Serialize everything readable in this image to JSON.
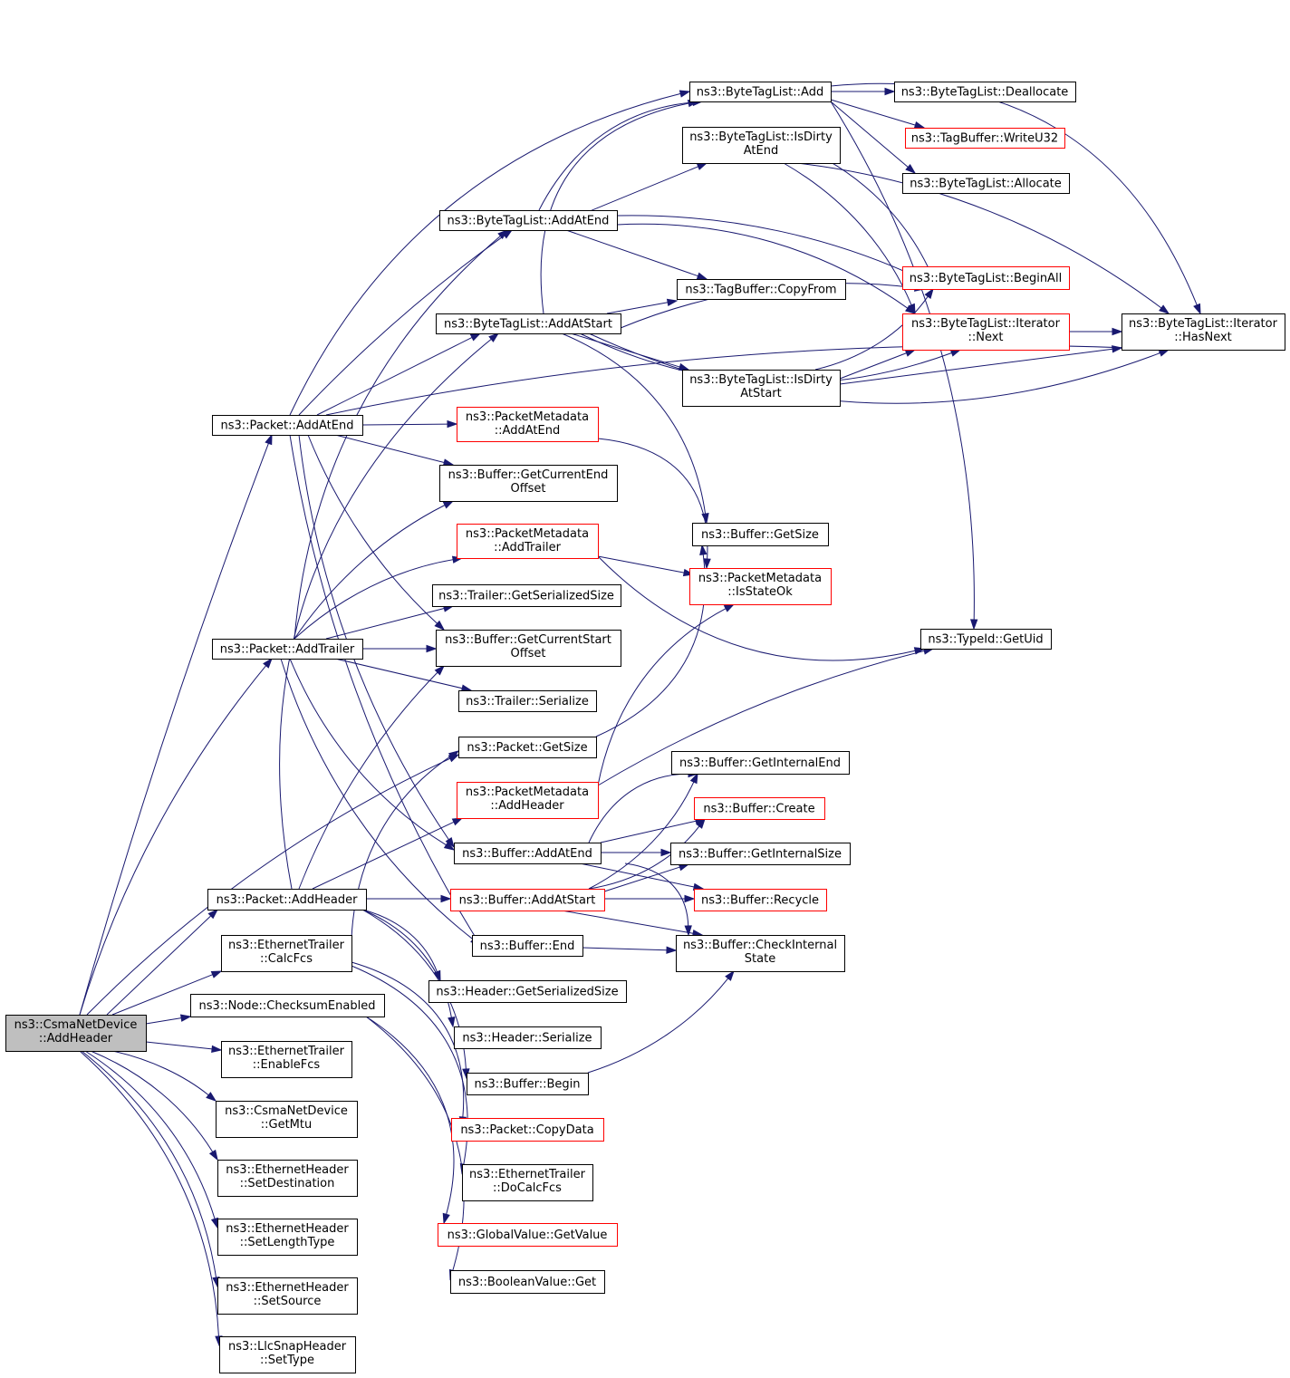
{
  "diagram": {
    "title": "",
    "colors": {
      "edge": "#191970",
      "node_border": "#000000",
      "truncated_node_border": "#ff0000",
      "root_fill": "#bfbfbf",
      "node_fill": "#ffffff"
    },
    "root_node": "n0",
    "nodes": [
      {
        "id": "n0",
        "lines": [
          "ns3::CsmaNetDevice",
          "::AddHeader"
        ],
        "style": "root"
      },
      {
        "id": "n1",
        "lines": [
          "ns3::Packet::AddAtEnd"
        ],
        "style": "normal"
      },
      {
        "id": "n2",
        "lines": [
          "ns3::ByteTagList::AddAtEnd"
        ],
        "style": "normal"
      },
      {
        "id": "n3",
        "lines": [
          "ns3::ByteTagList::Add"
        ],
        "style": "normal"
      },
      {
        "id": "n4",
        "lines": [
          "ns3::ByteTagList::Deallocate"
        ],
        "style": "normal"
      },
      {
        "id": "n5",
        "lines": [
          "ns3::TagBuffer::WriteU32"
        ],
        "style": "truncated"
      },
      {
        "id": "n6",
        "lines": [
          "ns3::ByteTagList::Allocate"
        ],
        "style": "normal"
      },
      {
        "id": "n7",
        "lines": [
          "ns3::ByteTagList::IsDirty",
          "AtEnd"
        ],
        "style": "normal"
      },
      {
        "id": "n8",
        "lines": [
          "ns3::ByteTagList::BeginAll"
        ],
        "style": "truncated"
      },
      {
        "id": "n9",
        "lines": [
          "ns3::TagBuffer::CopyFrom"
        ],
        "style": "normal"
      },
      {
        "id": "n10",
        "lines": [
          "ns3::ByteTagList::AddAtStart"
        ],
        "style": "normal"
      },
      {
        "id": "n11",
        "lines": [
          "ns3::ByteTagList::Iterator",
          "::Next"
        ],
        "style": "truncated"
      },
      {
        "id": "n12",
        "lines": [
          "ns3::ByteTagList::Iterator",
          "::HasNext"
        ],
        "style": "normal"
      },
      {
        "id": "n13",
        "lines": [
          "ns3::ByteTagList::IsDirty",
          "AtStart"
        ],
        "style": "normal"
      },
      {
        "id": "n14",
        "lines": [
          "ns3::PacketMetadata",
          "::AddAtEnd"
        ],
        "style": "truncated"
      },
      {
        "id": "n15",
        "lines": [
          "ns3::Buffer::GetCurrentEnd",
          "Offset"
        ],
        "style": "normal"
      },
      {
        "id": "n16",
        "lines": [
          "ns3::Buffer::GetSize"
        ],
        "style": "normal"
      },
      {
        "id": "n17",
        "lines": [
          "ns3::PacketMetadata",
          "::AddTrailer"
        ],
        "style": "truncated"
      },
      {
        "id": "n18",
        "lines": [
          "ns3::PacketMetadata",
          "::IsStateOk"
        ],
        "style": "truncated"
      },
      {
        "id": "n19",
        "lines": [
          "ns3::Trailer::GetSerializedSize"
        ],
        "style": "normal"
      },
      {
        "id": "n20",
        "lines": [
          "ns3::Packet::AddTrailer"
        ],
        "style": "normal"
      },
      {
        "id": "n21",
        "lines": [
          "ns3::Buffer::GetCurrentStart",
          "Offset"
        ],
        "style": "normal"
      },
      {
        "id": "n22",
        "lines": [
          "ns3::TypeId::GetUid"
        ],
        "style": "normal"
      },
      {
        "id": "n23",
        "lines": [
          "ns3::Trailer::Serialize"
        ],
        "style": "normal"
      },
      {
        "id": "n24",
        "lines": [
          "ns3::Packet::GetSize"
        ],
        "style": "normal"
      },
      {
        "id": "n25",
        "lines": [
          "ns3::Buffer::GetInternalEnd"
        ],
        "style": "normal"
      },
      {
        "id": "n26",
        "lines": [
          "ns3::PacketMetadata",
          "::AddHeader"
        ],
        "style": "truncated"
      },
      {
        "id": "n27",
        "lines": [
          "ns3::Buffer::Create"
        ],
        "style": "truncated"
      },
      {
        "id": "n28",
        "lines": [
          "ns3::Buffer::AddAtEnd"
        ],
        "style": "normal"
      },
      {
        "id": "n29",
        "lines": [
          "ns3::Buffer::GetInternalSize"
        ],
        "style": "normal"
      },
      {
        "id": "n30",
        "lines": [
          "ns3::Packet::AddHeader"
        ],
        "style": "normal"
      },
      {
        "id": "n31",
        "lines": [
          "ns3::Buffer::AddAtStart"
        ],
        "style": "truncated"
      },
      {
        "id": "n32",
        "lines": [
          "ns3::Buffer::Recycle"
        ],
        "style": "truncated"
      },
      {
        "id": "n33",
        "lines": [
          "ns3::EthernetTrailer",
          "::CalcFcs"
        ],
        "style": "normal"
      },
      {
        "id": "n34",
        "lines": [
          "ns3::Buffer::End"
        ],
        "style": "normal"
      },
      {
        "id": "n35",
        "lines": [
          "ns3::Buffer::CheckInternal",
          "State"
        ],
        "style": "normal"
      },
      {
        "id": "n36",
        "lines": [
          "ns3::Header::GetSerializedSize"
        ],
        "style": "normal"
      },
      {
        "id": "n37",
        "lines": [
          "ns3::Node::ChecksumEnabled"
        ],
        "style": "normal"
      },
      {
        "id": "n38",
        "lines": [
          "ns3::Header::Serialize"
        ],
        "style": "normal"
      },
      {
        "id": "n39",
        "lines": [
          "ns3::EthernetTrailer",
          "::EnableFcs"
        ],
        "style": "normal"
      },
      {
        "id": "n40",
        "lines": [
          "ns3::Buffer::Begin"
        ],
        "style": "normal"
      },
      {
        "id": "n41",
        "lines": [
          "ns3::CsmaNetDevice",
          "::GetMtu"
        ],
        "style": "normal"
      },
      {
        "id": "n42",
        "lines": [
          "ns3::Packet::CopyData"
        ],
        "style": "truncated"
      },
      {
        "id": "n43",
        "lines": [
          "ns3::EthernetHeader",
          "::SetDestination"
        ],
        "style": "normal"
      },
      {
        "id": "n44",
        "lines": [
          "ns3::EthernetTrailer",
          "::DoCalcFcs"
        ],
        "style": "normal"
      },
      {
        "id": "n45",
        "lines": [
          "ns3::EthernetHeader",
          "::SetLengthType"
        ],
        "style": "normal"
      },
      {
        "id": "n46",
        "lines": [
          "ns3::GlobalValue::GetValue"
        ],
        "style": "truncated"
      },
      {
        "id": "n47",
        "lines": [
          "ns3::BooleanValue::Get"
        ],
        "style": "normal"
      },
      {
        "id": "n48",
        "lines": [
          "ns3::EthernetHeader",
          "::SetSource"
        ],
        "style": "normal"
      },
      {
        "id": "n49",
        "lines": [
          "ns3::LlcSnapHeader",
          "::SetType"
        ],
        "style": "normal"
      }
    ],
    "edges": [
      [
        "n0",
        "n1"
      ],
      [
        "n0",
        "n20"
      ],
      [
        "n0",
        "n24"
      ],
      [
        "n0",
        "n30"
      ],
      [
        "n0",
        "n33"
      ],
      [
        "n0",
        "n37"
      ],
      [
        "n0",
        "n39"
      ],
      [
        "n0",
        "n41"
      ],
      [
        "n0",
        "n43"
      ],
      [
        "n0",
        "n45"
      ],
      [
        "n0",
        "n48"
      ],
      [
        "n0",
        "n49"
      ],
      [
        "n1",
        "n3"
      ],
      [
        "n1",
        "n2"
      ],
      [
        "n1",
        "n10"
      ],
      [
        "n1",
        "n12"
      ],
      [
        "n1",
        "n14"
      ],
      [
        "n1",
        "n15"
      ],
      [
        "n1",
        "n21"
      ],
      [
        "n1",
        "n28"
      ],
      [
        "n1",
        "n34"
      ],
      [
        "n2",
        "n3"
      ],
      [
        "n2",
        "n7"
      ],
      [
        "n2",
        "n8"
      ],
      [
        "n2",
        "n9"
      ],
      [
        "n2",
        "n11"
      ],
      [
        "n3",
        "n4"
      ],
      [
        "n3",
        "n5"
      ],
      [
        "n3",
        "n6"
      ],
      [
        "n3",
        "n12"
      ],
      [
        "n3",
        "n22"
      ],
      [
        "n7",
        "n8"
      ],
      [
        "n7",
        "n11"
      ],
      [
        "n7",
        "n12"
      ],
      [
        "n10",
        "n3"
      ],
      [
        "n10",
        "n9"
      ],
      [
        "n10",
        "n8"
      ],
      [
        "n10",
        "n13"
      ],
      [
        "n10",
        "n11"
      ],
      [
        "n10",
        "n12"
      ],
      [
        "n10",
        "n16"
      ],
      [
        "n11",
        "n12"
      ],
      [
        "n13",
        "n8"
      ],
      [
        "n13",
        "n11"
      ],
      [
        "n13",
        "n12"
      ],
      [
        "n14",
        "n18"
      ],
      [
        "n17",
        "n18"
      ],
      [
        "n17",
        "n22"
      ],
      [
        "n20",
        "n2"
      ],
      [
        "n20",
        "n17"
      ],
      [
        "n20",
        "n15"
      ],
      [
        "n20",
        "n19"
      ],
      [
        "n20",
        "n21"
      ],
      [
        "n20",
        "n23"
      ],
      [
        "n20",
        "n28"
      ],
      [
        "n20",
        "n34"
      ],
      [
        "n24",
        "n16"
      ],
      [
        "n26",
        "n18"
      ],
      [
        "n26",
        "n22"
      ],
      [
        "n28",
        "n25"
      ],
      [
        "n28",
        "n27"
      ],
      [
        "n28",
        "n29"
      ],
      [
        "n28",
        "n32"
      ],
      [
        "n28",
        "n35"
      ],
      [
        "n30",
        "n10"
      ],
      [
        "n30",
        "n26"
      ],
      [
        "n30",
        "n31"
      ],
      [
        "n30",
        "n21"
      ],
      [
        "n30",
        "n36"
      ],
      [
        "n30",
        "n38"
      ],
      [
        "n30",
        "n40"
      ],
      [
        "n31",
        "n25"
      ],
      [
        "n31",
        "n27"
      ],
      [
        "n31",
        "n29"
      ],
      [
        "n31",
        "n32"
      ],
      [
        "n31",
        "n35"
      ],
      [
        "n33",
        "n24"
      ],
      [
        "n33",
        "n42"
      ],
      [
        "n33",
        "n44"
      ],
      [
        "n34",
        "n35"
      ],
      [
        "n37",
        "n46"
      ],
      [
        "n37",
        "n47"
      ],
      [
        "n40",
        "n35"
      ]
    ]
  }
}
